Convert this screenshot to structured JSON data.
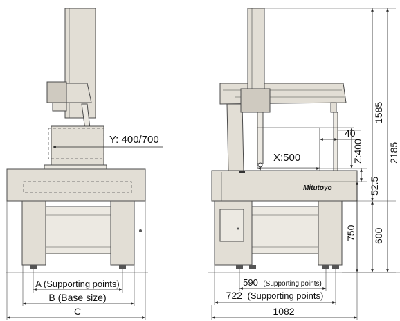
{
  "front_view": {
    "y_travel": "Y: 400/700",
    "dim_a": "A (Supporting points)",
    "dim_b": "B (Base size)",
    "dim_c": "C"
  },
  "side_view": {
    "x_travel": "X:500",
    "z_travel": "Z:400",
    "offset_40": "40",
    "offset_52_5": "52.5",
    "height_750": "750",
    "height_600": "600",
    "height_1585": "1585",
    "height_2185": "2185",
    "support_590": "590",
    "support_590_note": "(Supporting points)",
    "support_722": "722",
    "support_722_note": "(Supporting points)",
    "width_1082": "1082",
    "brand": "Mitutoyo"
  }
}
